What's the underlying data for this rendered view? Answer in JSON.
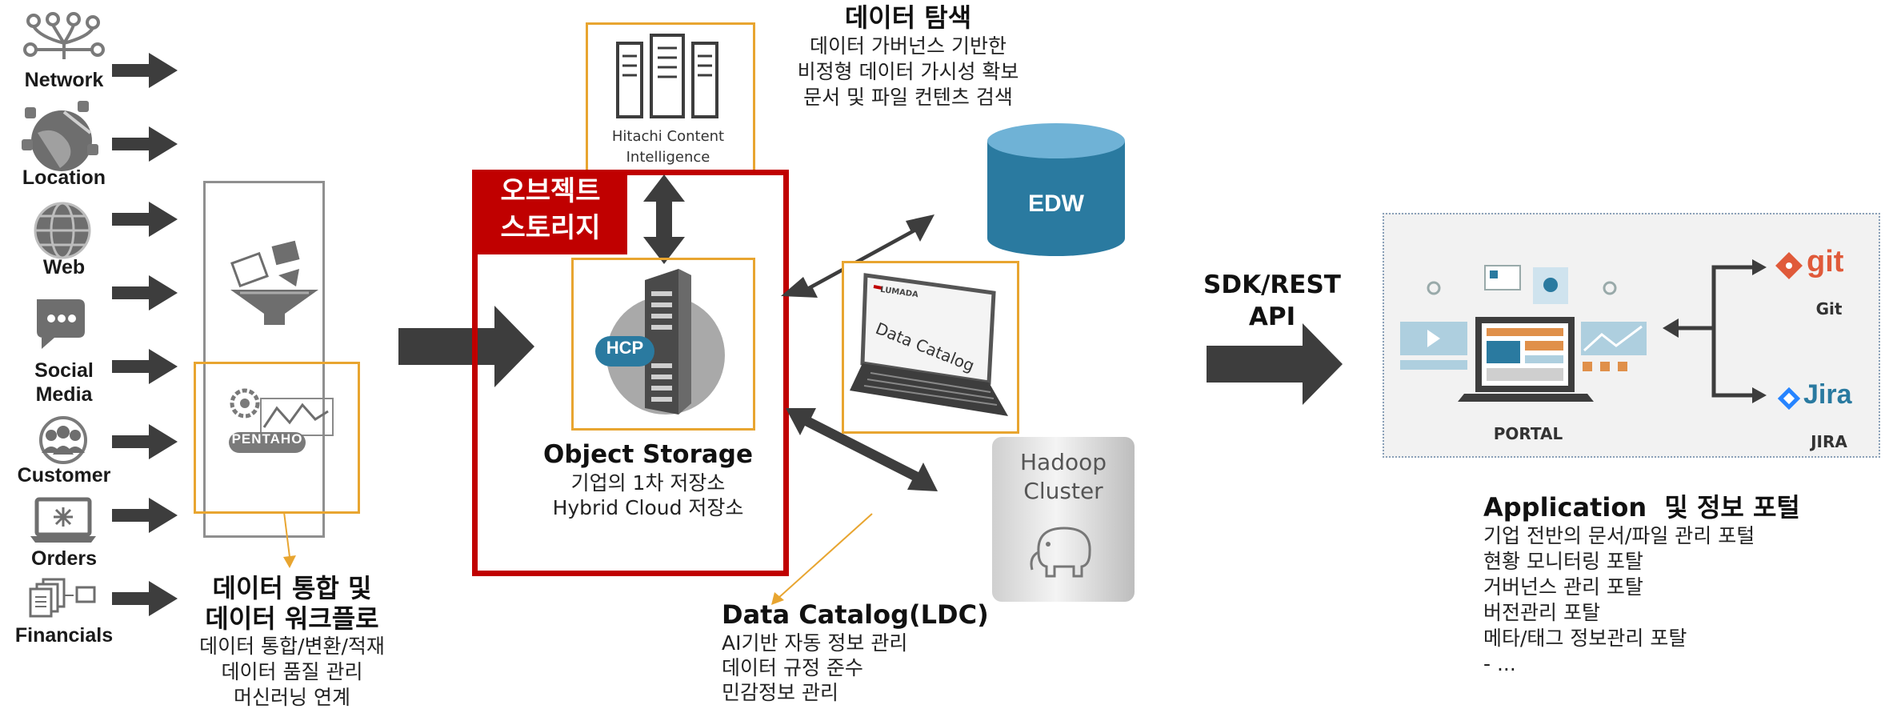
{
  "sources": [
    {
      "label": "Network",
      "icon": "network-icon"
    },
    {
      "label": "Location",
      "icon": "globe-location-icon"
    },
    {
      "label": "Web",
      "icon": "web-globe-icon"
    },
    {
      "label": "Social\nMedia",
      "icon": "chat-bubble-icon"
    },
    {
      "label": "Customer",
      "icon": "people-group-icon"
    },
    {
      "label": "Orders",
      "icon": "laptop-cart-icon"
    },
    {
      "label": "Financials",
      "icon": "documents-icon"
    }
  ],
  "integration": {
    "pentaho_logo": "PENTAHO",
    "title_line1": "데이터 통합 및",
    "title_line2": "데이터 워크플로",
    "lines": [
      "데이터 통합/변환/적재",
      "데이터 품질 관리",
      "머신러닝 연계"
    ]
  },
  "search": {
    "hci_line1": "Hitachi Content",
    "hci_line2": "Intelligence",
    "title": "데이터 탐색",
    "lines": [
      "데이터 가버넌스 기반한",
      "비정형 데이터 가시성 확보",
      "문서 및 파일 컨텐츠 검색"
    ]
  },
  "object_storage": {
    "badge_line1": "오브젝트",
    "badge_line2": "스토리지",
    "hcp_label": "HCP",
    "title": "Object Storage",
    "lines": [
      "기업의 1차 저장소",
      "Hybrid Cloud 저장소"
    ]
  },
  "edw": {
    "label": "EDW"
  },
  "catalog": {
    "screen_brand": "LUMADA",
    "screen_text": "Data Catalog",
    "title": "Data Catalog(LDC)",
    "lines": [
      "AI기반 자동 정보 관리",
      "데이터 규정 준수",
      "민감정보 관리"
    ]
  },
  "hadoop": {
    "line1": "Hadoop",
    "line2": "Cluster"
  },
  "api": {
    "line1": "SDK/REST",
    "line2": "API"
  },
  "portal": {
    "portal_label": "PORTAL",
    "git_label": "git",
    "git_caption": "Git",
    "jira_label": "Jira",
    "jira_caption": "JIRA",
    "title": "Application  및 정보 포털",
    "lines": [
      "기업 전반의 문서/파일 관리 포털",
      "현황 모니터링 포탈",
      "거버넌스 관리 포탈",
      "버전관리 포탈",
      "메타/태그 정보관리 포탈",
      "- ..."
    ]
  },
  "colors": {
    "accent_red": "#c00000",
    "accent_orange": "#e8a530",
    "arrow_gray": "#3d3d3d",
    "edw_blue": "#2a7aa0"
  }
}
